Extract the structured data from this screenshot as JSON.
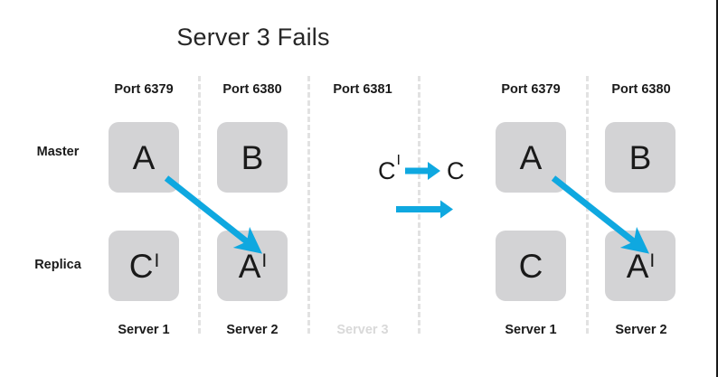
{
  "slide": {
    "title": "Server 3 Fails",
    "accent_color": "#0FA8E0",
    "node_color": "#D3D3D5",
    "text_color": "#1A1A1A",
    "faded_color": "#D9D9D9",
    "divider_color": "#E2E2E2"
  },
  "row_labels": {
    "master": "Master",
    "replica": "Replica"
  },
  "left_cluster": {
    "columns": [
      {
        "port": "Port 6379",
        "server": "Server 1",
        "server_faded": false,
        "master": {
          "letter": "A",
          "prime": ""
        },
        "replica": {
          "letter": "C",
          "prime": "I"
        }
      },
      {
        "port": "Port 6380",
        "server": "Server 2",
        "server_faded": false,
        "master": {
          "letter": "B",
          "prime": ""
        },
        "replica": {
          "letter": "A",
          "prime": "I"
        }
      },
      {
        "port": "Port 6381",
        "server": "Server 3",
        "server_faded": true,
        "master": null,
        "replica": null
      }
    ]
  },
  "right_cluster": {
    "columns": [
      {
        "port": "Port 6379",
        "server": "Server 1",
        "server_faded": false,
        "master": {
          "letter": "A",
          "prime": ""
        },
        "replica": {
          "letter": "C",
          "prime": ""
        }
      },
      {
        "port": "Port 6380",
        "server": "Server 2",
        "server_faded": false,
        "master": {
          "letter": "B",
          "prime": ""
        },
        "replica": {
          "letter": "A",
          "prime": "I"
        }
      }
    ]
  },
  "legend": {
    "from_letter": "C",
    "from_prime": "I",
    "to_letter": "C",
    "arrow_icon": "right-arrow-icon",
    "standalone_arrow_icon": "right-arrow-icon"
  },
  "annotations": {
    "left_failover_arrow": "arrow-a-to-a-prime",
    "right_failover_arrow": "arrow-a-to-a-prime"
  }
}
